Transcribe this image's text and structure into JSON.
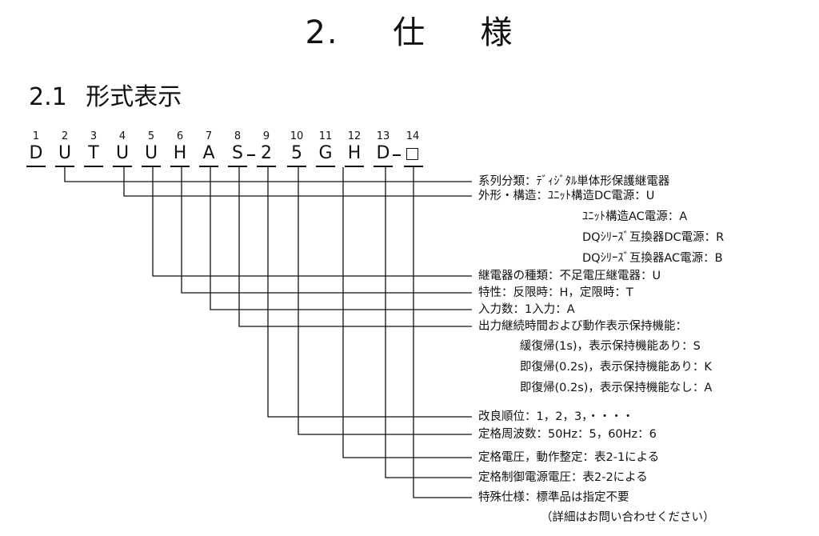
{
  "page_title": {
    "num": "2.",
    "char1": "仕",
    "char2": "様"
  },
  "section": {
    "num": "2.1",
    "title": "形式表示"
  },
  "positions": [
    "1",
    "2",
    "3",
    "4",
    "5",
    "6",
    "7",
    "8",
    "9",
    "10",
    "11",
    "12",
    "13",
    "14"
  ],
  "code": {
    "chars": [
      "D",
      "U",
      "T",
      "U",
      "U",
      "H",
      "A",
      "S",
      "2",
      "5",
      "G",
      "H",
      "D"
    ],
    "dash1": "−",
    "dash2": "−",
    "box_label": ""
  },
  "descriptions": {
    "series": "系列分類：ﾃﾞｨｼﾞﾀﾙ単体形保護継電器",
    "shape_1": "外形・構造：ﾕﾆｯﾄ構造DC電源：U",
    "shape_2": "ﾕﾆｯﾄ構造AC電源：A",
    "shape_3": "DQｼﾘｰｽﾞ互換器DC電源：R",
    "shape_4": "DQｼﾘｰｽﾞ互換器AC電源：B",
    "relay_type": "継電器の種類：不足電圧継電器：U",
    "characteristic": "特性：反限時：H，定限時：T",
    "inputs": "入力数：1入力：A",
    "output_1": "出力継続時間および動作表示保持機能：",
    "output_2": "緩復帰(1s)，表示保持機能あり：S",
    "output_3": "即復帰(0.2s)，表示保持機能あり：K",
    "output_4": "即復帰(0.2s)，表示保持機能なし：A",
    "revision": "改良順位：1，2，3，・・・・",
    "frequency": "定格周波数：50Hz：5，60Hz：6",
    "voltage": "定格電圧，動作整定：表2-1による",
    "control_voltage": "定格制御電源電圧：表2-2による",
    "special_1": "特殊仕様：標準品は指定不要",
    "special_2": "（詳細はお問い合わせください）"
  }
}
